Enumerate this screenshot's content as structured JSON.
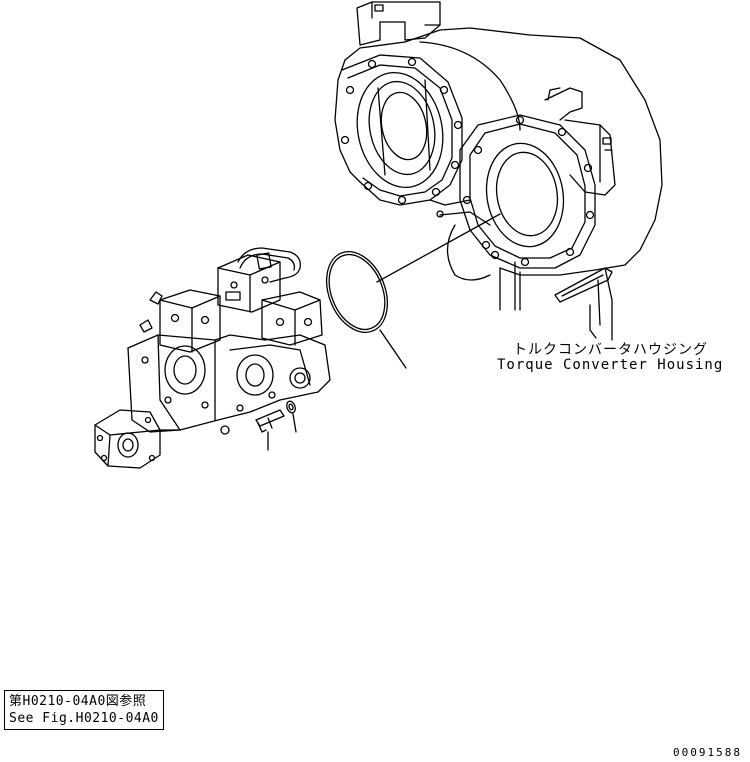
{
  "labels": {
    "housing_jp": "トルクコンバータハウジング",
    "housing_en": "Torque Converter Housing"
  },
  "reference": {
    "line1": "第H0210-04A0図参照",
    "line2": "See Fig.H0210-04A0"
  },
  "figure_number": "00091588",
  "colors": {
    "line": "#000000",
    "background": "#ffffff"
  }
}
